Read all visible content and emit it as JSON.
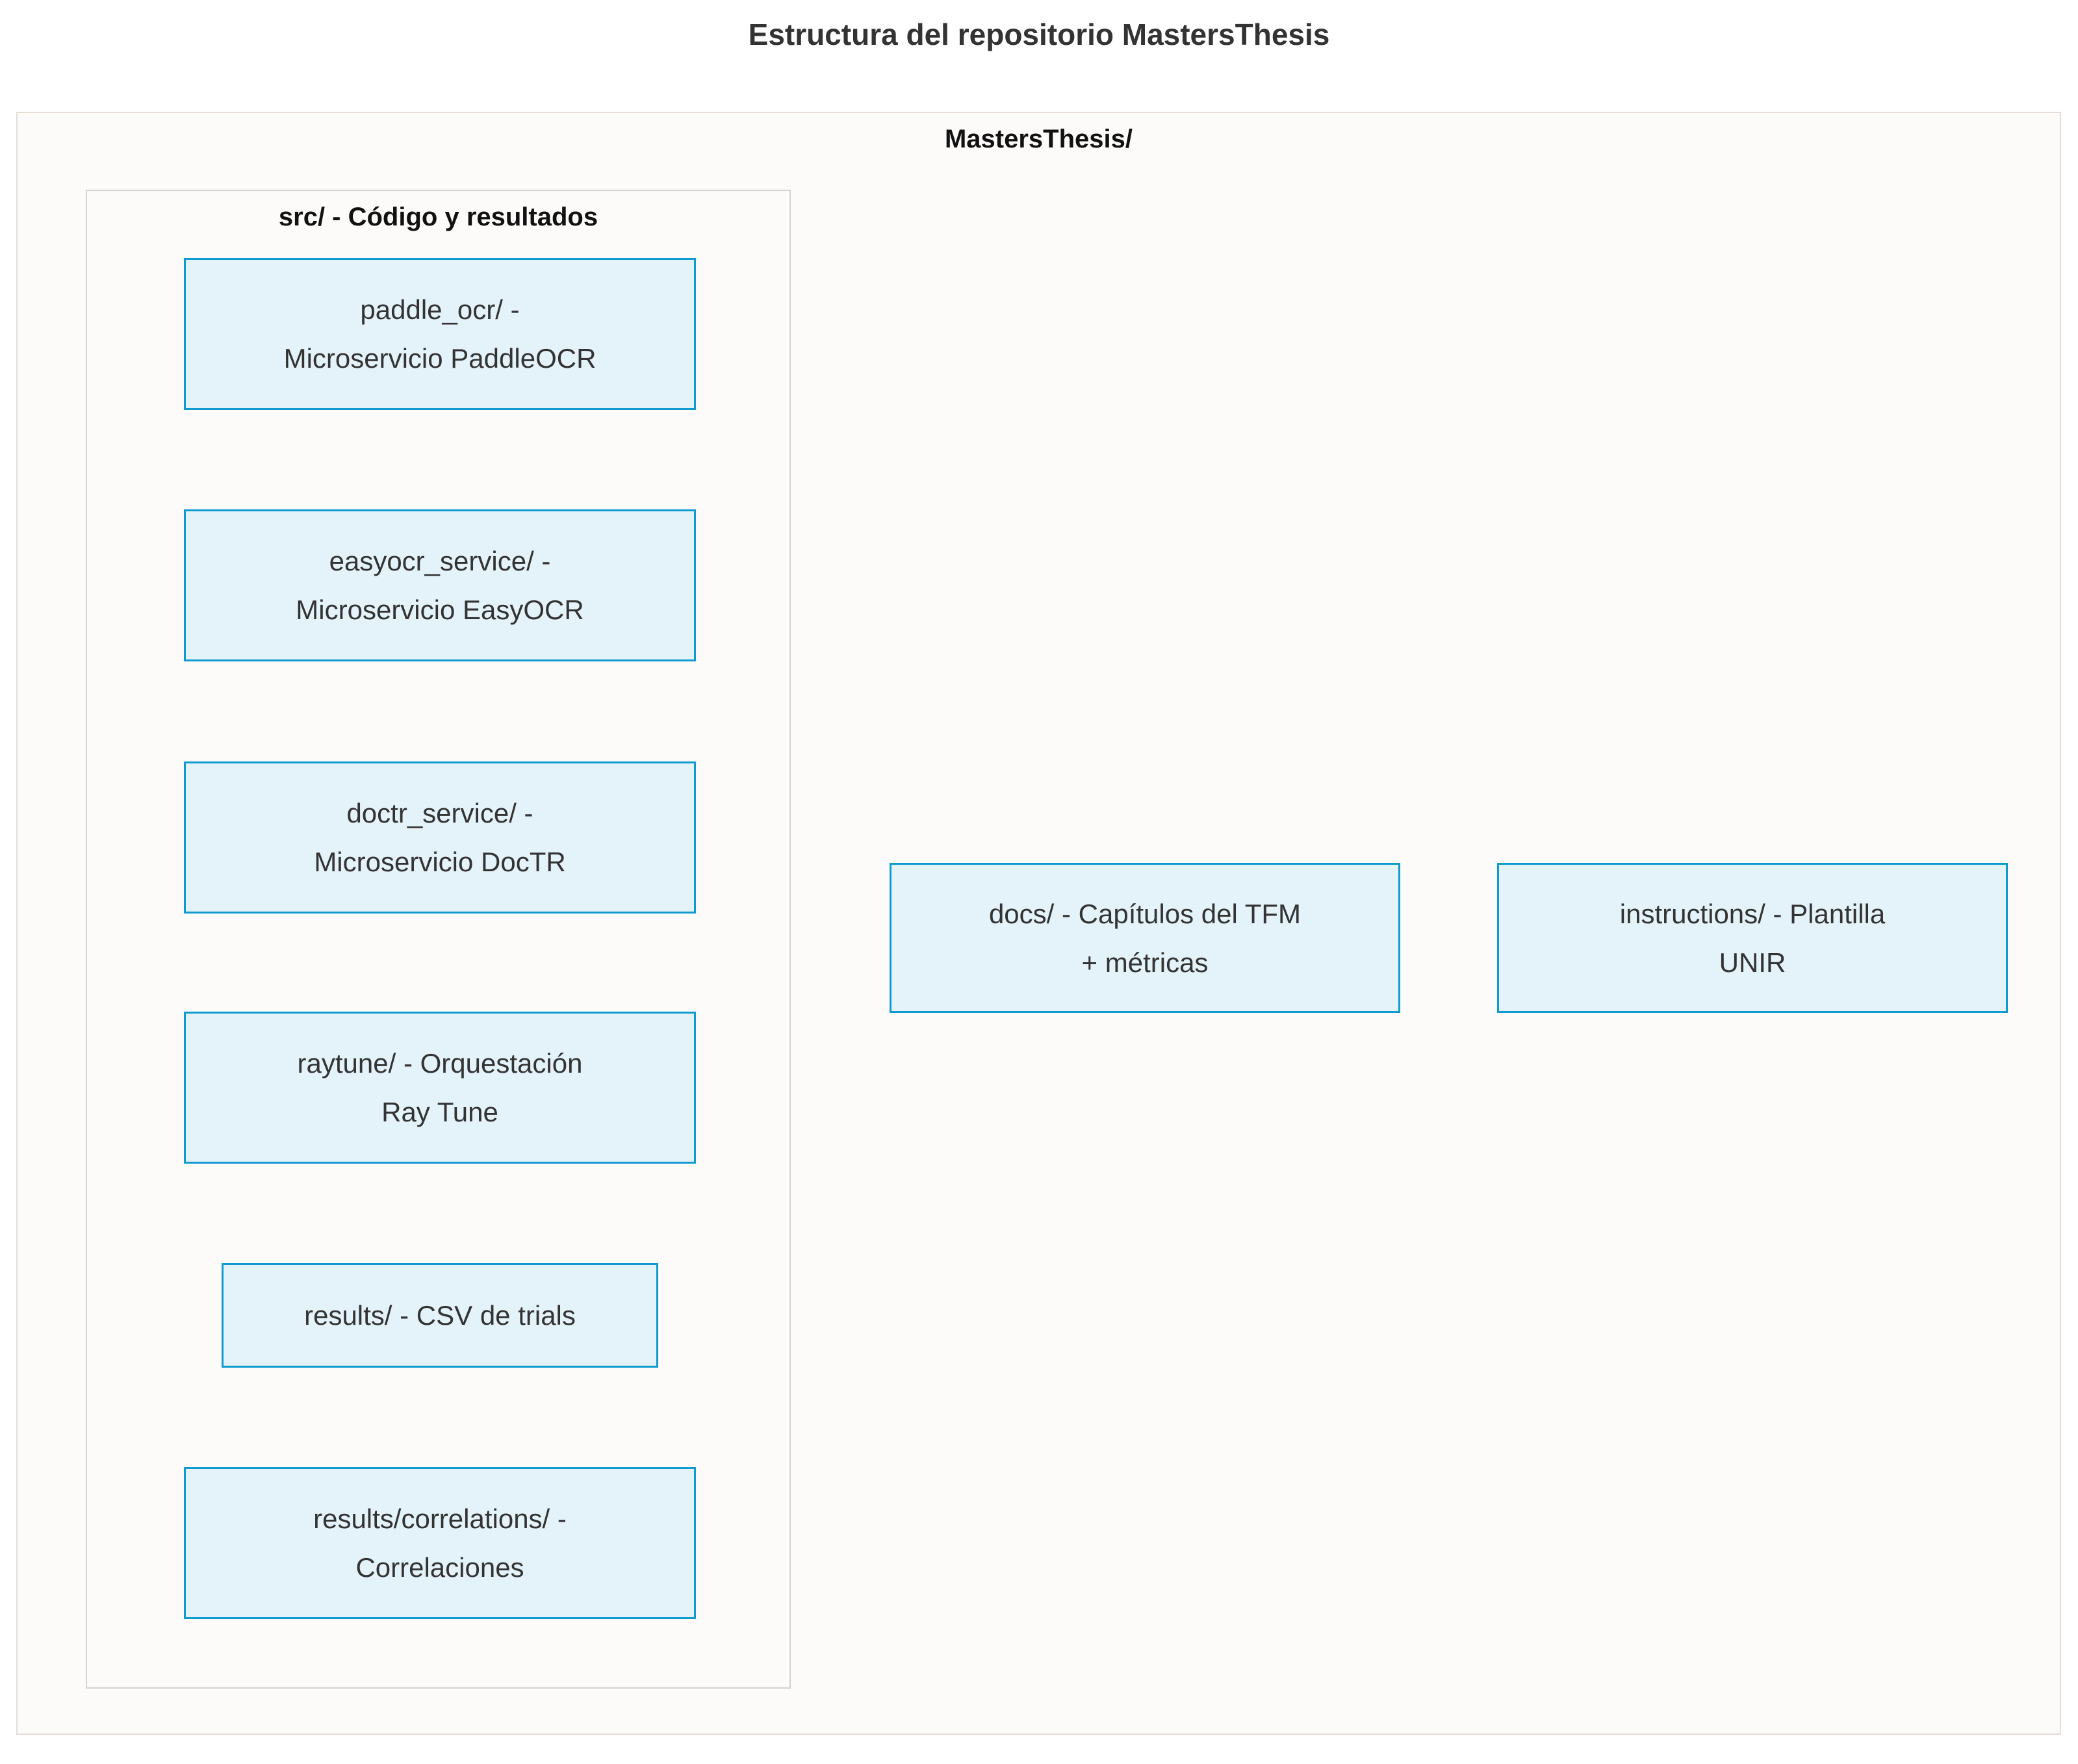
{
  "title": "Estructura del repositorio MastersThesis",
  "outer_cluster": {
    "label": "MastersThesis/"
  },
  "src_cluster": {
    "label": "src/ - Código y resultados"
  },
  "src_nodes": [
    {
      "line1": "paddle_ocr/ -",
      "line2": "Microservicio PaddleOCR"
    },
    {
      "line1": "easyocr_service/ -",
      "line2": "Microservicio EasyOCR"
    },
    {
      "line1": "doctr_service/ -",
      "line2": "Microservicio DocTR"
    },
    {
      "line1": "raytune/ - Orquestación",
      "line2": "Ray Tune"
    },
    {
      "line1": "results/ - CSV de trials",
      "line2": ""
    },
    {
      "line1": "results/correlations/ -",
      "line2": "Correlaciones"
    }
  ],
  "other_nodes": [
    {
      "line1": "docs/ - Capítulos del TFM",
      "line2": "+ métricas"
    },
    {
      "line1": "instructions/ - Plantilla",
      "line2": "UNIR"
    }
  ],
  "colors": {
    "page_bg": "#ffffff",
    "cluster_fill": "#fcfbf9",
    "outer_border": "#e8dcd7",
    "inner_border": "#d8d2cf",
    "node_fill": "#e4f2fa",
    "node_border": "#0f9ad0",
    "node_text": "#333333",
    "label_text": "#111111",
    "title_text": "#333333"
  }
}
